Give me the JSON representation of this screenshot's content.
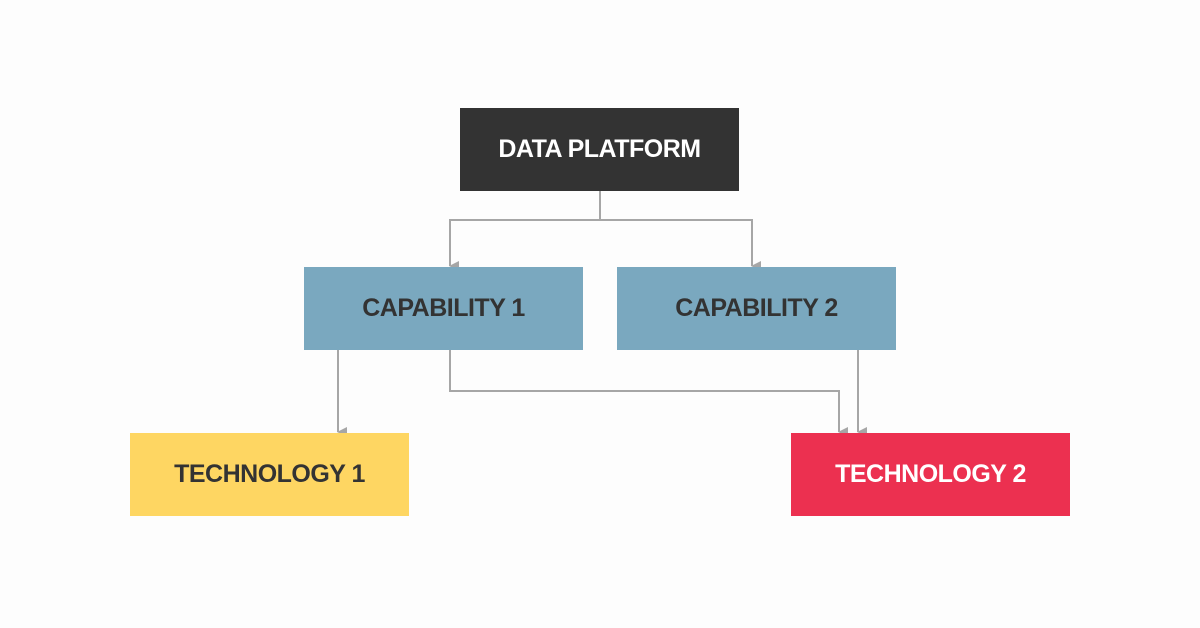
{
  "diagram": {
    "nodes": {
      "data_platform": {
        "label": "DATA PLATFORM",
        "fill": "#333333",
        "text_color": "#ffffff"
      },
      "capability_1": {
        "label": "CAPABILITY 1",
        "fill": "#7aa8bf",
        "text_color": "#333333"
      },
      "capability_2": {
        "label": "CAPABILITY 2",
        "fill": "#7aa8bf",
        "text_color": "#333333"
      },
      "technology_1": {
        "label": "TECHNOLOGY 1",
        "fill": "#fed662",
        "text_color": "#333333"
      },
      "technology_2": {
        "label": "TECHNOLOGY 2",
        "fill": "#ec3050",
        "text_color": "#ffffff"
      }
    },
    "edges": [
      {
        "from": "data_platform",
        "to": "capability_1"
      },
      {
        "from": "data_platform",
        "to": "capability_2"
      },
      {
        "from": "capability_1",
        "to": "technology_1"
      },
      {
        "from": "capability_1",
        "to": "technology_2"
      },
      {
        "from": "capability_2",
        "to": "technology_2"
      }
    ],
    "connector_color": "#a6a6a6",
    "background": "#fdfdfd"
  }
}
